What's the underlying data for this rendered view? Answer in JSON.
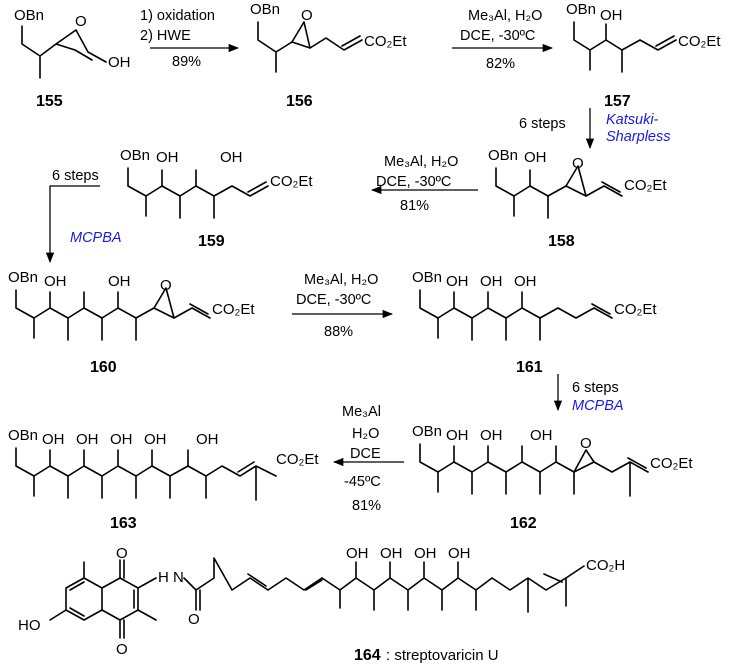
{
  "labels": {
    "obn": "OBn",
    "oh": "OH",
    "o": "O",
    "co2et": "CO₂Et",
    "co2h": "CO₂H",
    "ho": "HO",
    "nh": "H N"
  },
  "compounds": {
    "c155": "155",
    "c156": "156",
    "c157": "157",
    "c158": "158",
    "c159": "159",
    "c160": "160",
    "c161": "161",
    "c162": "162",
    "c163": "163",
    "c164": "164",
    "c164_name": ": streptovaricin U"
  },
  "conditions": {
    "a1": "1) oxidation",
    "a2": "2) HWE",
    "a3": "89%",
    "b1": "Me₃Al, H₂O",
    "b2": "DCE, -30ºC",
    "b3": "82%",
    "c1": "6 steps",
    "c2": "Katsuki-",
    "c3": "Sharpless",
    "d3": "81%",
    "e2": "MCPBA",
    "f3": "88%",
    "g1": "Me₃Al",
    "g2": "H₂O",
    "g3": "DCE",
    "g4": "-45ºC"
  }
}
